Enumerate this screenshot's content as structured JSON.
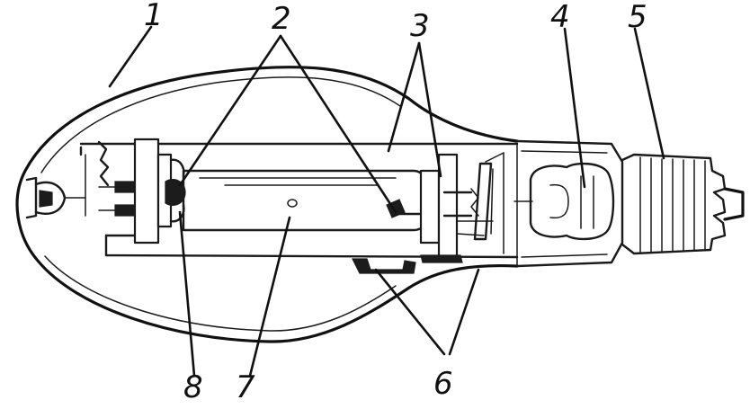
{
  "diagram": {
    "callouts": [
      {
        "id": "1",
        "label": "1"
      },
      {
        "id": "2",
        "label": "2"
      },
      {
        "id": "3",
        "label": "3"
      },
      {
        "id": "4",
        "label": "4"
      },
      {
        "id": "5",
        "label": "5"
      },
      {
        "id": "6",
        "label": "6"
      },
      {
        "id": "7",
        "label": "7"
      },
      {
        "id": "8",
        "label": "8"
      }
    ],
    "colors": {
      "ink": "#1a1a1a",
      "background": "#ffffff"
    }
  }
}
